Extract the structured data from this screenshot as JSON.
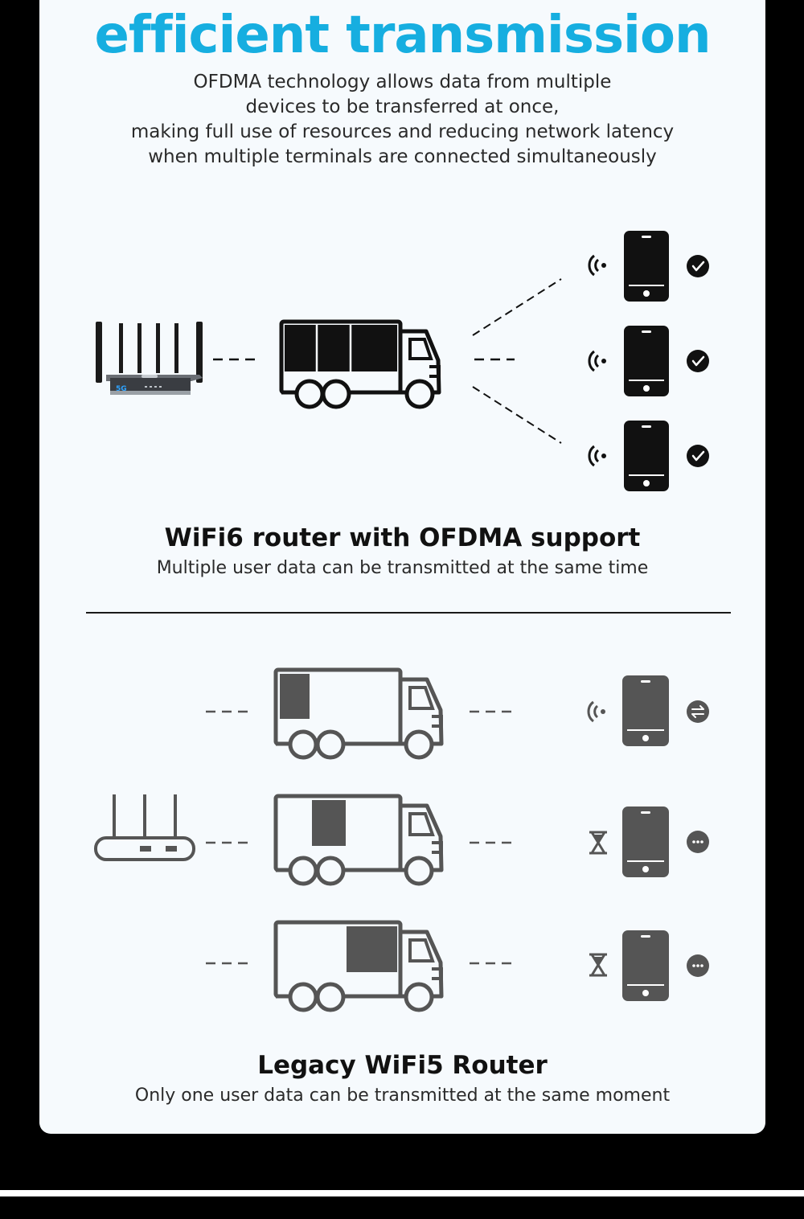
{
  "title": "efficient transmission",
  "intro": [
    "OFDMA technology allows data from multiple",
    "devices to be transferred at once,",
    "making full use of resources and reducing network latency",
    "when multiple terminals are connected simultaneously"
  ],
  "wifi6": {
    "title": "WiFi6 router with OFDMA support",
    "subtitle": "Multiple user data can be transmitted at the same time",
    "router_badge": "5G",
    "status_icons": [
      "check-icon",
      "check-icon",
      "check-icon"
    ]
  },
  "wifi5": {
    "title": "Legacy WiFi5 Router",
    "subtitle": "Only one user data can be transmitted at the same moment",
    "status_icons": [
      "transfer-icon",
      "more-icon",
      "more-icon"
    ],
    "signal_icons": [
      "wifi-signal-icon",
      "hourglass-icon",
      "hourglass-icon"
    ]
  },
  "colors": {
    "accent": "#16aee0",
    "card": "#f6fafd",
    "icon_dark": "#111111",
    "icon_gray": "#555555"
  }
}
